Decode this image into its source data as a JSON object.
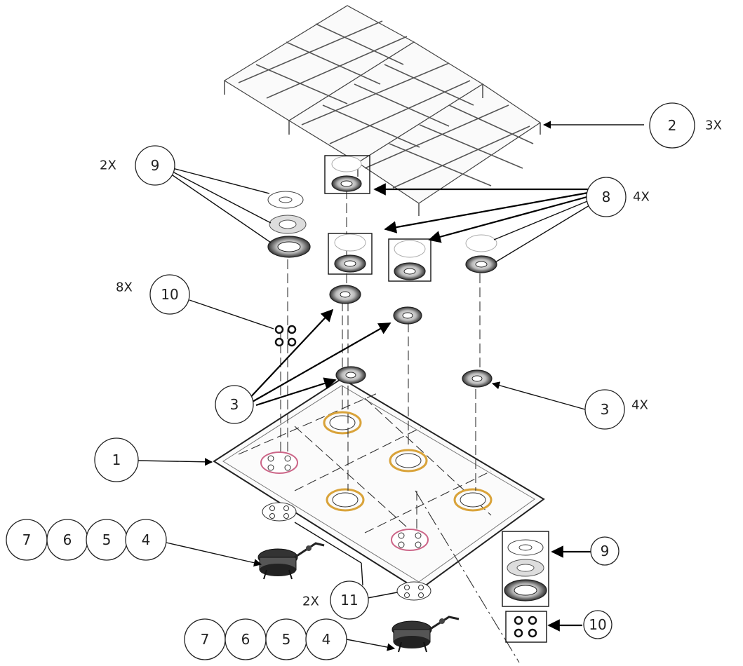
{
  "balloons": {
    "b1": "1",
    "b2": "2",
    "b3a": "3",
    "b3b": "3",
    "b4a": "4",
    "b5a": "5",
    "b6a": "6",
    "b7a": "7",
    "b4b": "4",
    "b5b": "5",
    "b6b": "6",
    "b7b": "7",
    "b8": "8",
    "b9a": "9",
    "b9b": "9",
    "b10a": "10",
    "b10b": "10",
    "b11": "11"
  },
  "quantities": {
    "q2": "3X",
    "q3": "4X",
    "q8": "4X",
    "q9": "2X",
    "q10": "8X",
    "q11": "2X"
  },
  "colors": {
    "line": "#111111",
    "balloon_fill": "#ffffff"
  }
}
